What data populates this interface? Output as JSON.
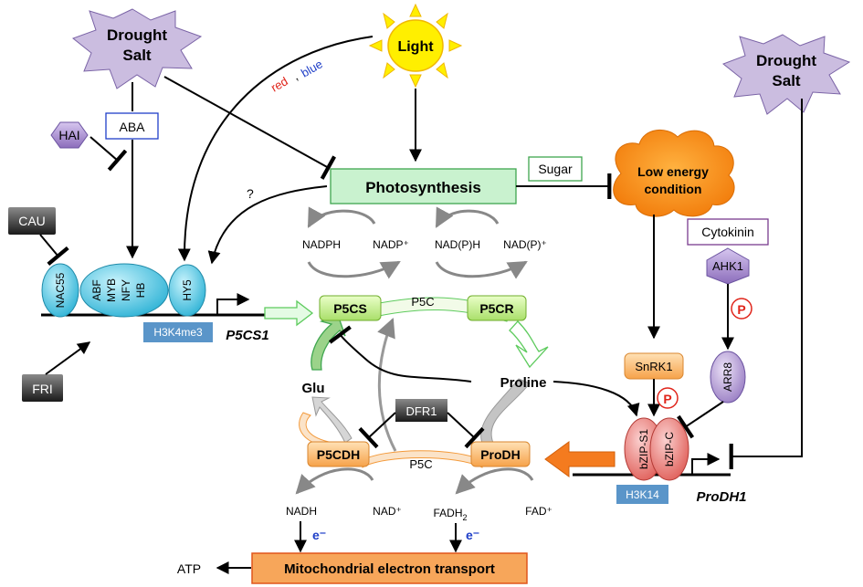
{
  "stress_left": {
    "line1": "Drought",
    "line2": "Salt"
  },
  "stress_right": {
    "line1": "Drought",
    "line2": "Salt"
  },
  "light": "Light",
  "light_colors": {
    "red": "red",
    "comma": ",",
    "blue": "blue"
  },
  "aba": "ABA",
  "hai": "HAI",
  "cau": "CAU",
  "fri": "FRI",
  "question_mark": "?",
  "photosynthesis": "Photosynthesis",
  "sugar": "Sugar",
  "low_energy": {
    "line1": "Low energy",
    "line2": "condition"
  },
  "cytokinin": "Cytokinin",
  "ahk1": "AHK1",
  "phospho": "P",
  "arr8": "ARR8",
  "snrk1": "SnRK1",
  "tf_left": {
    "nac55": "NAC55",
    "abf": "ABF",
    "myb": "MYB",
    "nfy": "NFY",
    "hb": "HB",
    "hy5": "HY5"
  },
  "p5cs1_gene": "P5CS1",
  "h3k4me3": "H3K4me3",
  "prodh1_gene": "ProDH1",
  "h3k14": "H3K14",
  "bzip_s1": "bZIP-S1",
  "bzip_c": "bZIP-C",
  "cofactors_top": {
    "nadph": "NADPH",
    "nadp_plus": "NADP⁺",
    "nadph_p": "NAD(P)H",
    "nadp_p_plus": "NAD(P)⁺"
  },
  "enzymes": {
    "p5cs": "P5CS",
    "p5cr": "P5CR",
    "p5cdh": "P5CDH",
    "prodh": "ProDH",
    "dfr1": "DFR1"
  },
  "metabolites": {
    "glu": "Glu",
    "proline": "Proline",
    "p5c_top": "P5C",
    "p5c_bottom": "P5C"
  },
  "cofactors_bottom": {
    "nadh": "NADH",
    "nad_plus": "NAD⁺",
    "fadh2": "FADH",
    "fadh2_sub": "2",
    "fad_plus": "FAD⁺"
  },
  "electron": "e⁻",
  "mito": "Mitochondrial electron transport",
  "atp": "ATP",
  "colors": {
    "red": "#e0251b",
    "blue": "#1f3fc8",
    "tf_cyan": "#5fd0ec",
    "green_box": "#c9f2cf",
    "orange_box": "#f7a65a",
    "purple_star": "#cbbde0",
    "sun": "#ffef00",
    "h3_blue": "#5a95c9"
  }
}
